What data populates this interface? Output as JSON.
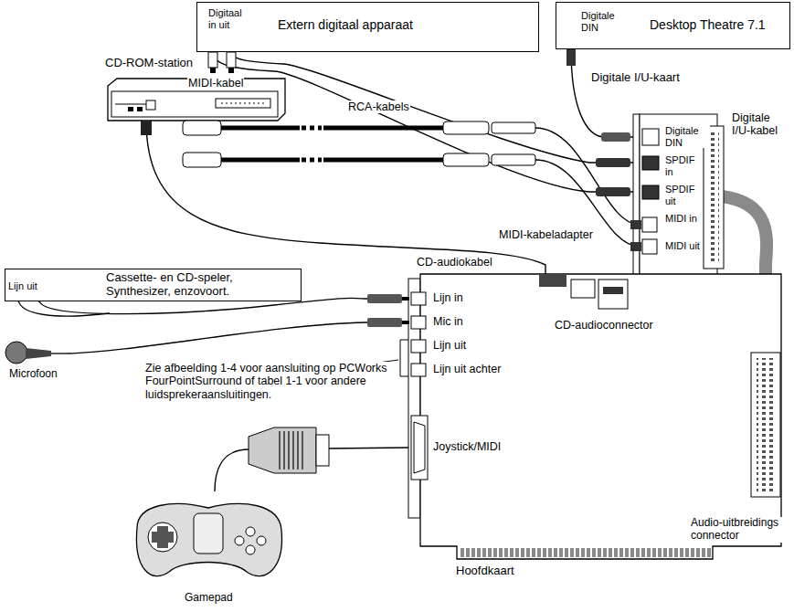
{
  "diagram": {
    "nodes": [
      {
        "text": [
          "Digitaal in uit",
          "Extern digitaal apparaat"
        ]
      },
      {
        "text": [
          "Digitale DIN",
          "Desktop Theatre 7.1"
        ]
      },
      {
        "text": [
          "CD-ROM-station"
        ]
      },
      {
        "text": [
          "Digitale I/U-kaart"
        ]
      },
      {
        "text": [
          "Lijn uit",
          "Cassette- en CD-speler, Synthesizer, enzovoort."
        ]
      },
      {
        "text": [
          "Microfoon"
        ]
      },
      {
        "text": [
          "Hoofdkaart"
        ]
      },
      {
        "text": [
          "Gamepad"
        ]
      }
    ],
    "edges": [
      {
        "from": 0,
        "to": 3,
        "arrow": "none",
        "label": "RCA-kabels"
      },
      {
        "from": 0,
        "to": 3,
        "arrow": "none"
      },
      {
        "from": 1,
        "to": 3,
        "arrow": "none"
      },
      {
        "from": 3,
        "to": 6,
        "arrow": "none",
        "label": "Digitale I/U-kabel"
      },
      {
        "from": 2,
        "to": 6,
        "arrow": "none",
        "label": "CD-audiokabel"
      },
      {
        "from": 4,
        "to": 6,
        "arrow": "none"
      },
      {
        "from": 5,
        "to": 6,
        "arrow": "none"
      },
      {
        "from": 7,
        "to": 6,
        "arrow": "none"
      }
    ],
    "labels": [
      "MIDI-kabel",
      "MIDI-kabeladapter",
      "Digitale DIN",
      "SPDIF in",
      "SPDIF uit",
      "MIDI in",
      "MIDI uit",
      "Lijn in",
      "Mic in",
      "Lijn uit",
      "Lijn uit achter",
      "Joystick/MIDI",
      "CD-audioconnector",
      "Audio-uitbreidings connector",
      "Zie afbeelding 1-4 voor aansluiting op PCWorks FourPointSurround of tabel 1-1 voor andere luidsprekeraansluitingen."
    ]
  }
}
